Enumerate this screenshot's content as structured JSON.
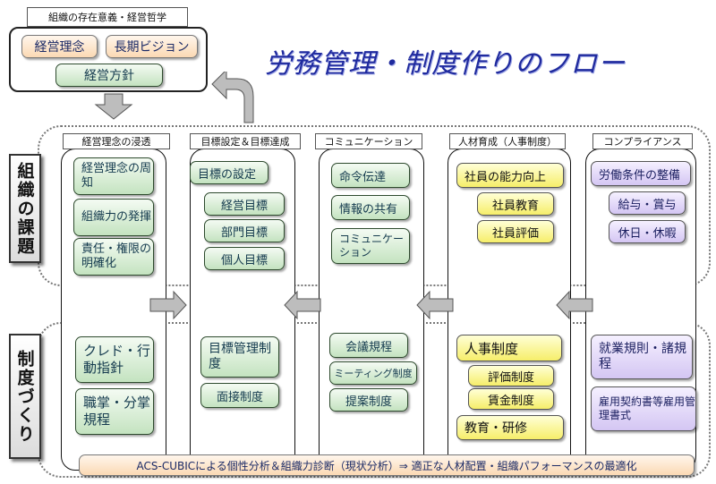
{
  "top": {
    "philosophy_label": "組織の存在意義・経営哲学",
    "philosophy_items": [
      "経営理念",
      "長期ビジョン"
    ],
    "policy": "経営方針"
  },
  "title": "労務管理・制度作りのフロー",
  "rows": {
    "issues": "組織の課題",
    "systems": "制度づくり"
  },
  "columns": [
    {
      "header": "経営理念の浸透"
    },
    {
      "header": "目標設定＆目標達成"
    },
    {
      "header": "コミュニケーション"
    },
    {
      "header": "人材育成（人事制度）"
    },
    {
      "header": "コンプライアンス"
    }
  ],
  "issues": {
    "col1": [
      "経営理念の周知",
      "組織力の発揮",
      "責任・権限の明確化"
    ],
    "col2": {
      "main": "目標の設定",
      "subs": [
        "経営目標",
        "部門目標",
        "個人目標"
      ]
    },
    "col3": [
      "命令伝達",
      "情報の共有",
      "コミュニケーション"
    ],
    "col4": {
      "main": "社員の能力向上",
      "subs": [
        "社員教育",
        "社員評価"
      ]
    },
    "col5": {
      "main": "労働条件の整備",
      "subs": [
        "給与・賞与",
        "休日・休暇"
      ]
    }
  },
  "systems": {
    "col1": [
      "クレド・行動指針",
      "職掌・分掌規程"
    ],
    "col2": [
      "目標管理制度",
      "面接制度"
    ],
    "col3": [
      "会議規程",
      "ミーティング制度",
      "提案制度"
    ],
    "col4": {
      "main": "人事制度",
      "subs": [
        "評価制度",
        "賃金制度"
      ],
      "extra": "教育・研修"
    },
    "col5": [
      "就業規則・諸規程",
      "雇用契約書等雇用管理書式"
    ]
  },
  "bottom_banner": "ACS-CUBICによる個性分析＆組織力診断（現状分析）⇒ 適正な人材配置・組織パフォーマンスの最適化",
  "colors": {
    "green": "#c4e3c0",
    "yellow": "#f6ee6a",
    "purple": "#d4c6f3",
    "orange": "#fbd9b4",
    "title": "#1f2a9e"
  }
}
